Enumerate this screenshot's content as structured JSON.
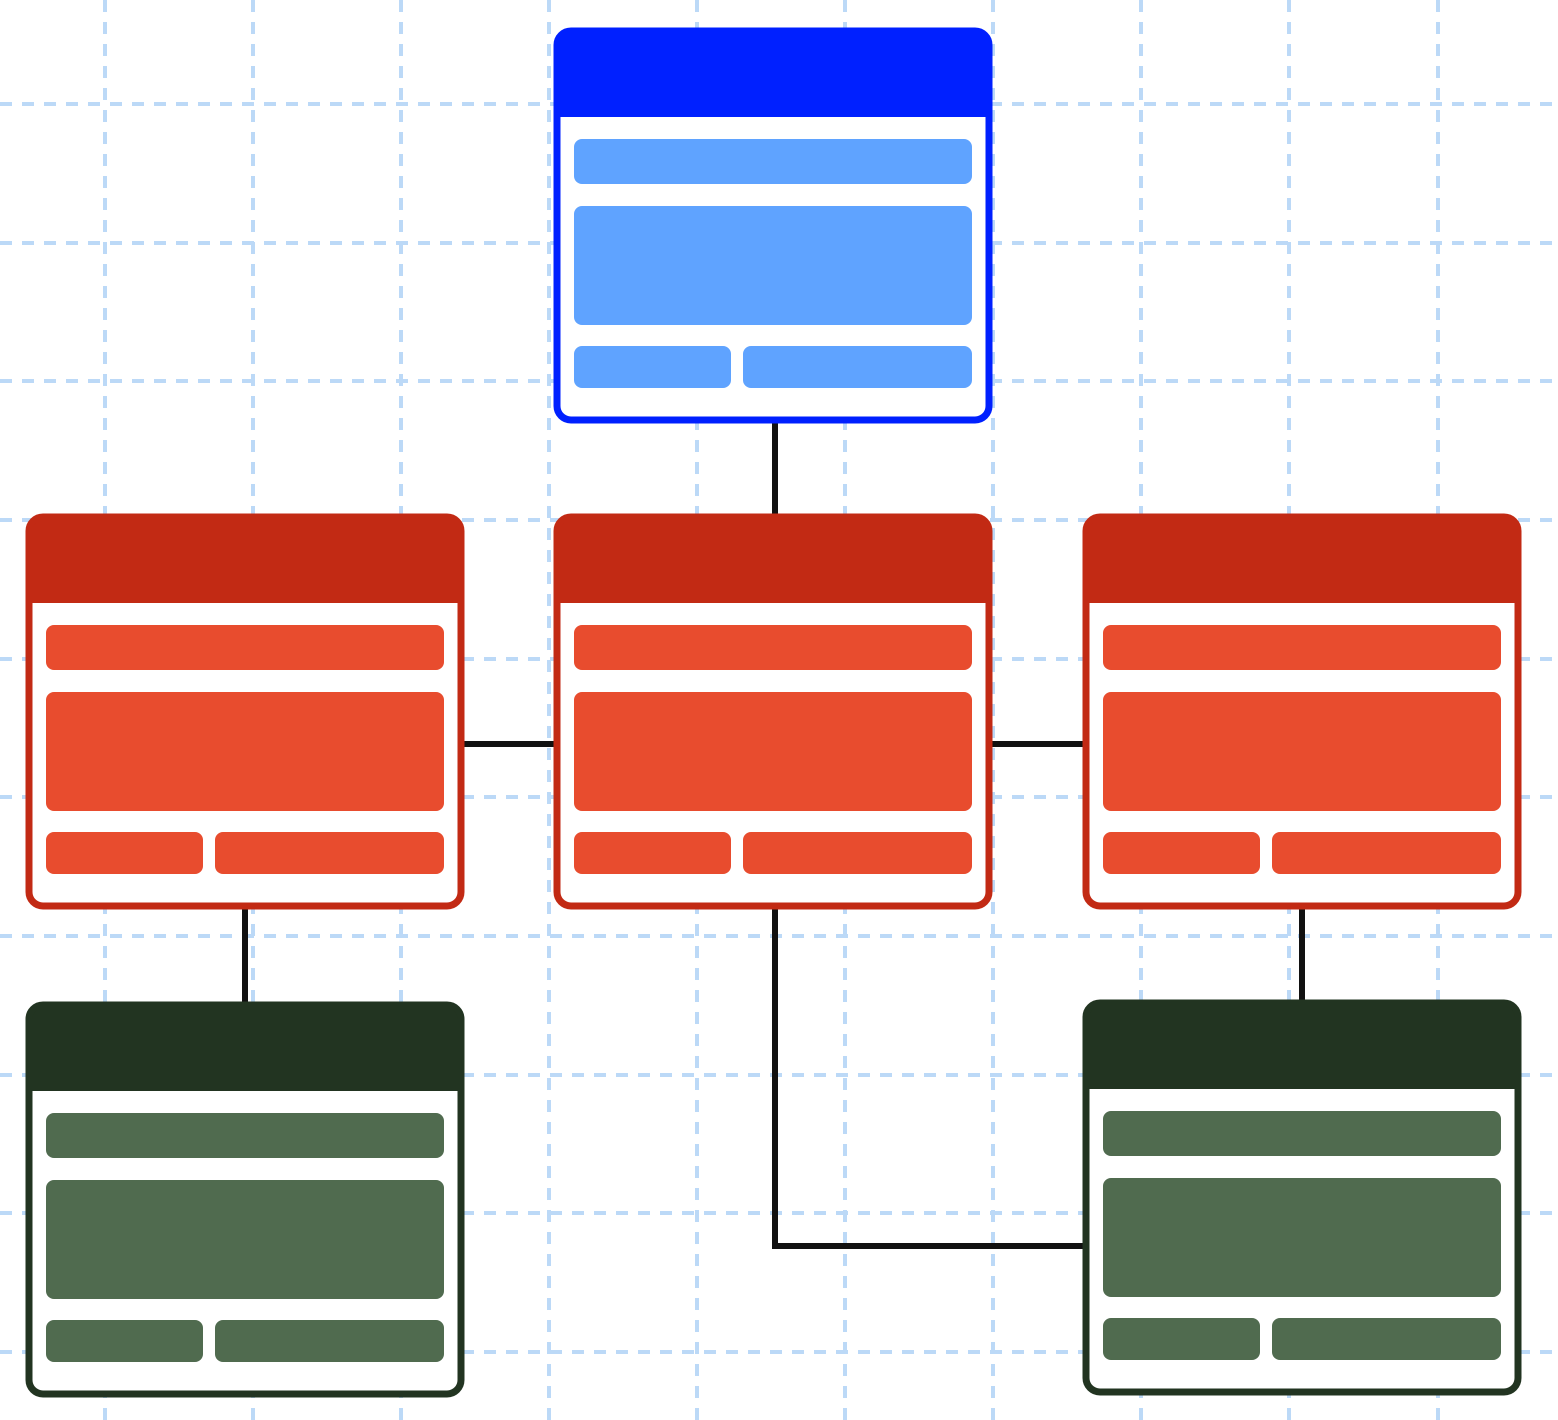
{
  "diagram": {
    "kind": "wireframe-sitemap",
    "grid": {
      "visible": true,
      "style": "dashed",
      "color": "#bcd9f7"
    },
    "connector_color": "#111111",
    "themes": {
      "blue": {
        "border": "#0020ff",
        "header": "#0020ff",
        "block": "#5fa3ff"
      },
      "red": {
        "border": "#c22a14",
        "header": "#c22a14",
        "block": "#e84c2e"
      },
      "green": {
        "border": "#223421",
        "header": "#223421",
        "block": "#506b4f"
      }
    },
    "nodes": [
      {
        "id": "home",
        "theme": "blue",
        "label": ""
      },
      {
        "id": "section-a",
        "theme": "red",
        "label": ""
      },
      {
        "id": "section-b",
        "theme": "red",
        "label": ""
      },
      {
        "id": "section-c",
        "theme": "red",
        "label": ""
      },
      {
        "id": "page-a1",
        "theme": "green",
        "label": ""
      },
      {
        "id": "page-c1",
        "theme": "green",
        "label": ""
      }
    ],
    "edges": [
      {
        "from": "home",
        "to": "section-b"
      },
      {
        "from": "section-a",
        "to": "section-b"
      },
      {
        "from": "section-b",
        "to": "section-c"
      },
      {
        "from": "section-a",
        "to": "page-a1"
      },
      {
        "from": "section-c",
        "to": "page-c1"
      },
      {
        "from": "section-b",
        "to": "page-c1"
      }
    ]
  }
}
